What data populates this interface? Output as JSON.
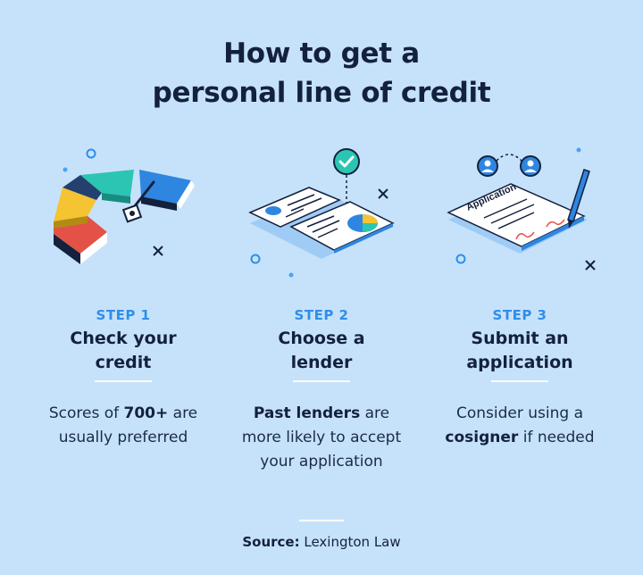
{
  "title": {
    "line1": "How to get a",
    "line2": "personal line of credit"
  },
  "steps": [
    {
      "label": "STEP 1",
      "title_line1": "Check your",
      "title_line2": "credit",
      "desc_line1_pre": "Scores of ",
      "desc_line1_bold": "700+",
      "desc_line1_post": " are",
      "desc_line2": "usually preferred",
      "icon": "credit-gauge-icon"
    },
    {
      "label": "STEP 2",
      "title_line1": "Choose a",
      "title_line2": "lender",
      "desc_line1_bold": "Past lenders",
      "desc_line1_post": " are",
      "desc_line2": "more likely to accept",
      "desc_line3": "your application",
      "icon": "lender-documents-icon"
    },
    {
      "label": "STEP 3",
      "title_line1": "Submit an",
      "title_line2": "application",
      "desc_line1": "Consider using a",
      "desc_line2_bold": "cosigner",
      "desc_line2_post": " if needed",
      "icon": "application-form-icon",
      "form_label": "Application"
    }
  ],
  "source": {
    "label": "Source:",
    "value": " Lexington Law"
  },
  "colors": {
    "background": "#c6e2fb",
    "accent": "#2f8ee8",
    "text": "#14213d"
  }
}
